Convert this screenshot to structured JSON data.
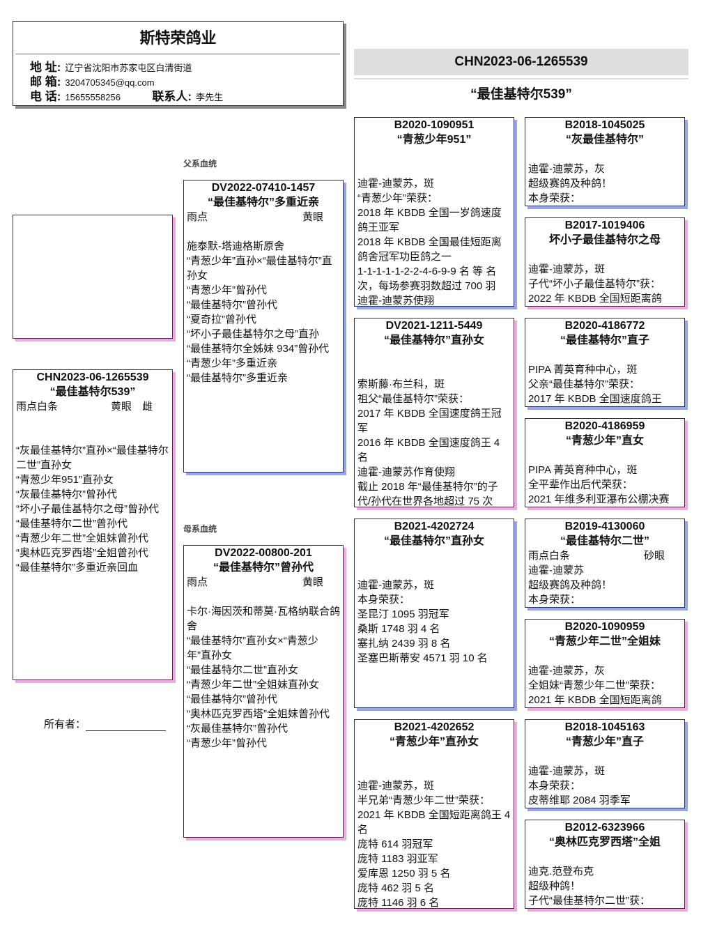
{
  "header": {
    "title": "斯特荣鸽业",
    "address_label": "地 址:",
    "address": "辽宁省沈阳市苏家屯区白清街道",
    "email_label": "邮 箱:",
    "email": "3204705345@qq.com",
    "phone_label": "电 话:",
    "phone": "15655558256",
    "contact_label": "联系人:",
    "contact": "李先生"
  },
  "subject_ring": "CHN2023-06-1265539",
  "subject_title": "“最佳基特尔539”",
  "sire_label": "父系血统",
  "dam_label": "母系血统",
  "owner_label": "所有者：",
  "boxes": [
    {
      "ring": "CHN2023-06-1265539",
      "name": "“最佳基特尔539”",
      "row": [
        "雨点白条",
        "黄眼　雌"
      ],
      "lines": [
        "“灰最佳基特尔”直孙×“最佳基特尔二世”直孙女",
        "“青葱少年951”直孙女",
        "“灰最佳基特尔”曾孙代",
        "“坏小子最佳基特尔之母”曾孙代",
        "“最佳基特尔二世”曾孙代",
        "“青葱少年二世”全姐妹曾孙代",
        "“奥林匹克罗西塔”全姐曾孙代",
        "“最佳基特尔”多重近亲回血"
      ]
    },
    {
      "ring": "DV2022-07410-1457",
      "name": "“最佳基特尔”多重近亲",
      "row": [
        "雨点",
        "黄眼"
      ],
      "lines": [
        "施泰默-塔迪格斯原舍",
        "“青葱少年”直孙×“最佳基特尔”直孙女",
        "“青葱少年”曾孙代",
        "“最佳基特尔”曾孙代",
        "“夏奇拉”曾孙代",
        "“坏小子最佳基特尔之母”直孙",
        "“最佳基特尔全姊妹 934”曾孙代",
        "“青葱少年”多重近亲",
        "“最佳基特尔”多重近亲"
      ]
    },
    {
      "ring": "DV2022-00800-201",
      "name": "“最佳基特尔”曾孙代",
      "row": [
        "雨点",
        "黄眼"
      ],
      "lines": [
        "卡尔·海因茨和蒂莫·瓦格纳联合鸽舍",
        "“最佳基特尔”直孙女×“青葱少年”直孙女",
        "“最佳基特尔二世”直孙女",
        "“青葱少年二世”全姐妹直孙女",
        "“最佳基特尔”曾孙代",
        "“奥林匹克罗西塔”全姐妹曾孙代",
        "“灰最佳基特尔”曾孙代",
        "“青葱少年”曾孙代"
      ]
    },
    {
      "ring": "B2020-1090951",
      "name": "“青葱少年951”",
      "lines": [
        "迪霍-迪蒙苏，斑",
        "“青葱少年”荣获：",
        "2018 年 KBDB 全国一岁鸽速度鸽王亚军",
        "2018 年 KBDB 全国最佳短距离鸽舍冠军功臣鸽之一",
        "1-1-1-1-1-2-2-4-6-9-9 名 等 名次，每场参赛羽数超过 700 羽",
        "迪霍-迪蒙苏使翔"
      ]
    },
    {
      "ring": "DV2021-1211-5449",
      "name": "“最佳基特尔”直孙女",
      "lines": [
        "索斯藤·布兰科，斑",
        "祖父“最佳基特尔”荣获：",
        "2017 年 KBDB 全国速度鸽王冠军",
        "2016 年 KBDB 全国速度鸽王 4 名",
        "迪霍-迪蒙苏作育使翔",
        "截止 2018 年“最佳基特尔”的子代/孙代在世界各地超过 75 次"
      ]
    },
    {
      "ring": "B2021-4202724",
      "name": "“最佳基特尔”直孙女",
      "lines": [
        "迪霍-迪蒙苏，斑",
        "本身荣获：",
        "圣昆汀 1095 羽冠军",
        "桑斯 1748 羽 4 名",
        "塞扎纳 2439 羽 8 名",
        "圣塞巴斯蒂安 4571 羽 10 名"
      ]
    },
    {
      "ring": "B2021-4202652",
      "name": "“青葱少年”直孙女",
      "lines": [
        "迪霍-迪蒙苏，斑",
        "半兄弟“青葱少年二世”荣获：",
        "2021 年 KBDB 全国短距离鸽王 4 名",
        "庞特 614 羽冠军",
        "庞特 1183 羽亚军",
        "爱库恩 1250 羽 5 名",
        "庞特 462 羽 5 名",
        "庞特 1146 羽 6 名"
      ]
    },
    {
      "ring": "B2018-1045025",
      "name": "“灰最佳基特尔”",
      "lines": [
        "迪霍-迪蒙苏，灰",
        "超级赛鸽及种鸽！",
        "本身荣获："
      ]
    },
    {
      "ring": "B2017-1019406",
      "name": "坏小子最佳基特尔之母",
      "lines": [
        "迪霍-迪蒙苏，斑",
        "子代“坏小子最佳基特尔”获：",
        "2022 年 KBDB 全国短距离鸽"
      ]
    },
    {
      "ring": "B2020-4186772",
      "name": "“最佳基特尔”直子",
      "lines": [
        "PIPA 菁英育种中心，斑",
        "父亲“最佳基特尔”荣获：",
        "2017 年 KBDB 全国速度鸽王"
      ]
    },
    {
      "ring": "B2020-4186959",
      "name": "“青葱少年”直女",
      "lines": [
        "PIPA 菁英育种中心，斑",
        "全平辈作出后代荣获：",
        "2021 年维多利亚瀑布公棚决赛"
      ]
    },
    {
      "ring": "B2019-4130060",
      "name": "“最佳基特尔二世”",
      "row": [
        "雨点白条",
        "砂眼"
      ],
      "lines": [
        "迪霍-迪蒙苏",
        "超级赛鸽及种鸽！",
        "本身荣获："
      ]
    },
    {
      "ring": "B2020-1090959",
      "name": "“青葱少年二世”全姐妹",
      "lines": [
        "迪霍-迪蒙苏，灰",
        "全姐妹“青葱少年二世”荣获：",
        "2021 年 KBDB 全国短距离鸽"
      ]
    },
    {
      "ring": "B2018-1045163",
      "name": "“青葱少年”直子",
      "lines": [
        "迪霍-迪蒙苏，斑",
        "本身荣获：",
        "皮蒂维耶 2084 羽季军"
      ]
    },
    {
      "ring": "B2012-6323966",
      "name": "“奥林匹克罗西塔”全姐",
      "lines": [
        "迪克.范登布克",
        "超级种鸽！",
        "子代“最佳基特尔二世”获："
      ]
    }
  ],
  "colors": {
    "male_shadow": "#96a4f4",
    "female_shadow": "#f6a5e8",
    "band": "#dedede"
  }
}
